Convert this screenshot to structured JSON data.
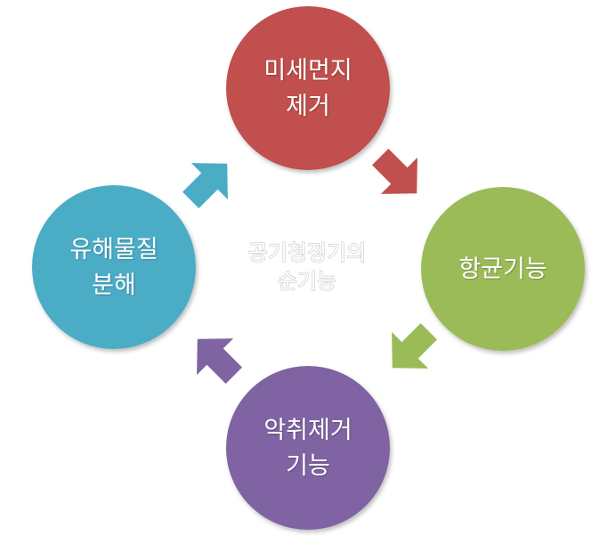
{
  "center": {
    "lines": [
      "공기청정기의",
      "순기능"
    ]
  },
  "nodes": [
    {
      "id": "top",
      "lines": [
        "미세먼지",
        "제거"
      ],
      "color": "#c0504d"
    },
    {
      "id": "right",
      "lines": [
        "항균기능"
      ],
      "color": "#9bbb59"
    },
    {
      "id": "bottom",
      "lines": [
        "악취제거",
        "기능"
      ],
      "color": "#8064a2"
    },
    {
      "id": "left",
      "lines": [
        "유해물질",
        "분해"
      ],
      "color": "#4bacc6"
    }
  ],
  "arrows": [
    {
      "id": "top-to-right",
      "color": "#c0504d"
    },
    {
      "id": "right-to-bottom",
      "color": "#9bbb59"
    },
    {
      "id": "bottom-to-left",
      "color": "#8064a2"
    },
    {
      "id": "left-to-top",
      "color": "#4bacc6"
    }
  ]
}
